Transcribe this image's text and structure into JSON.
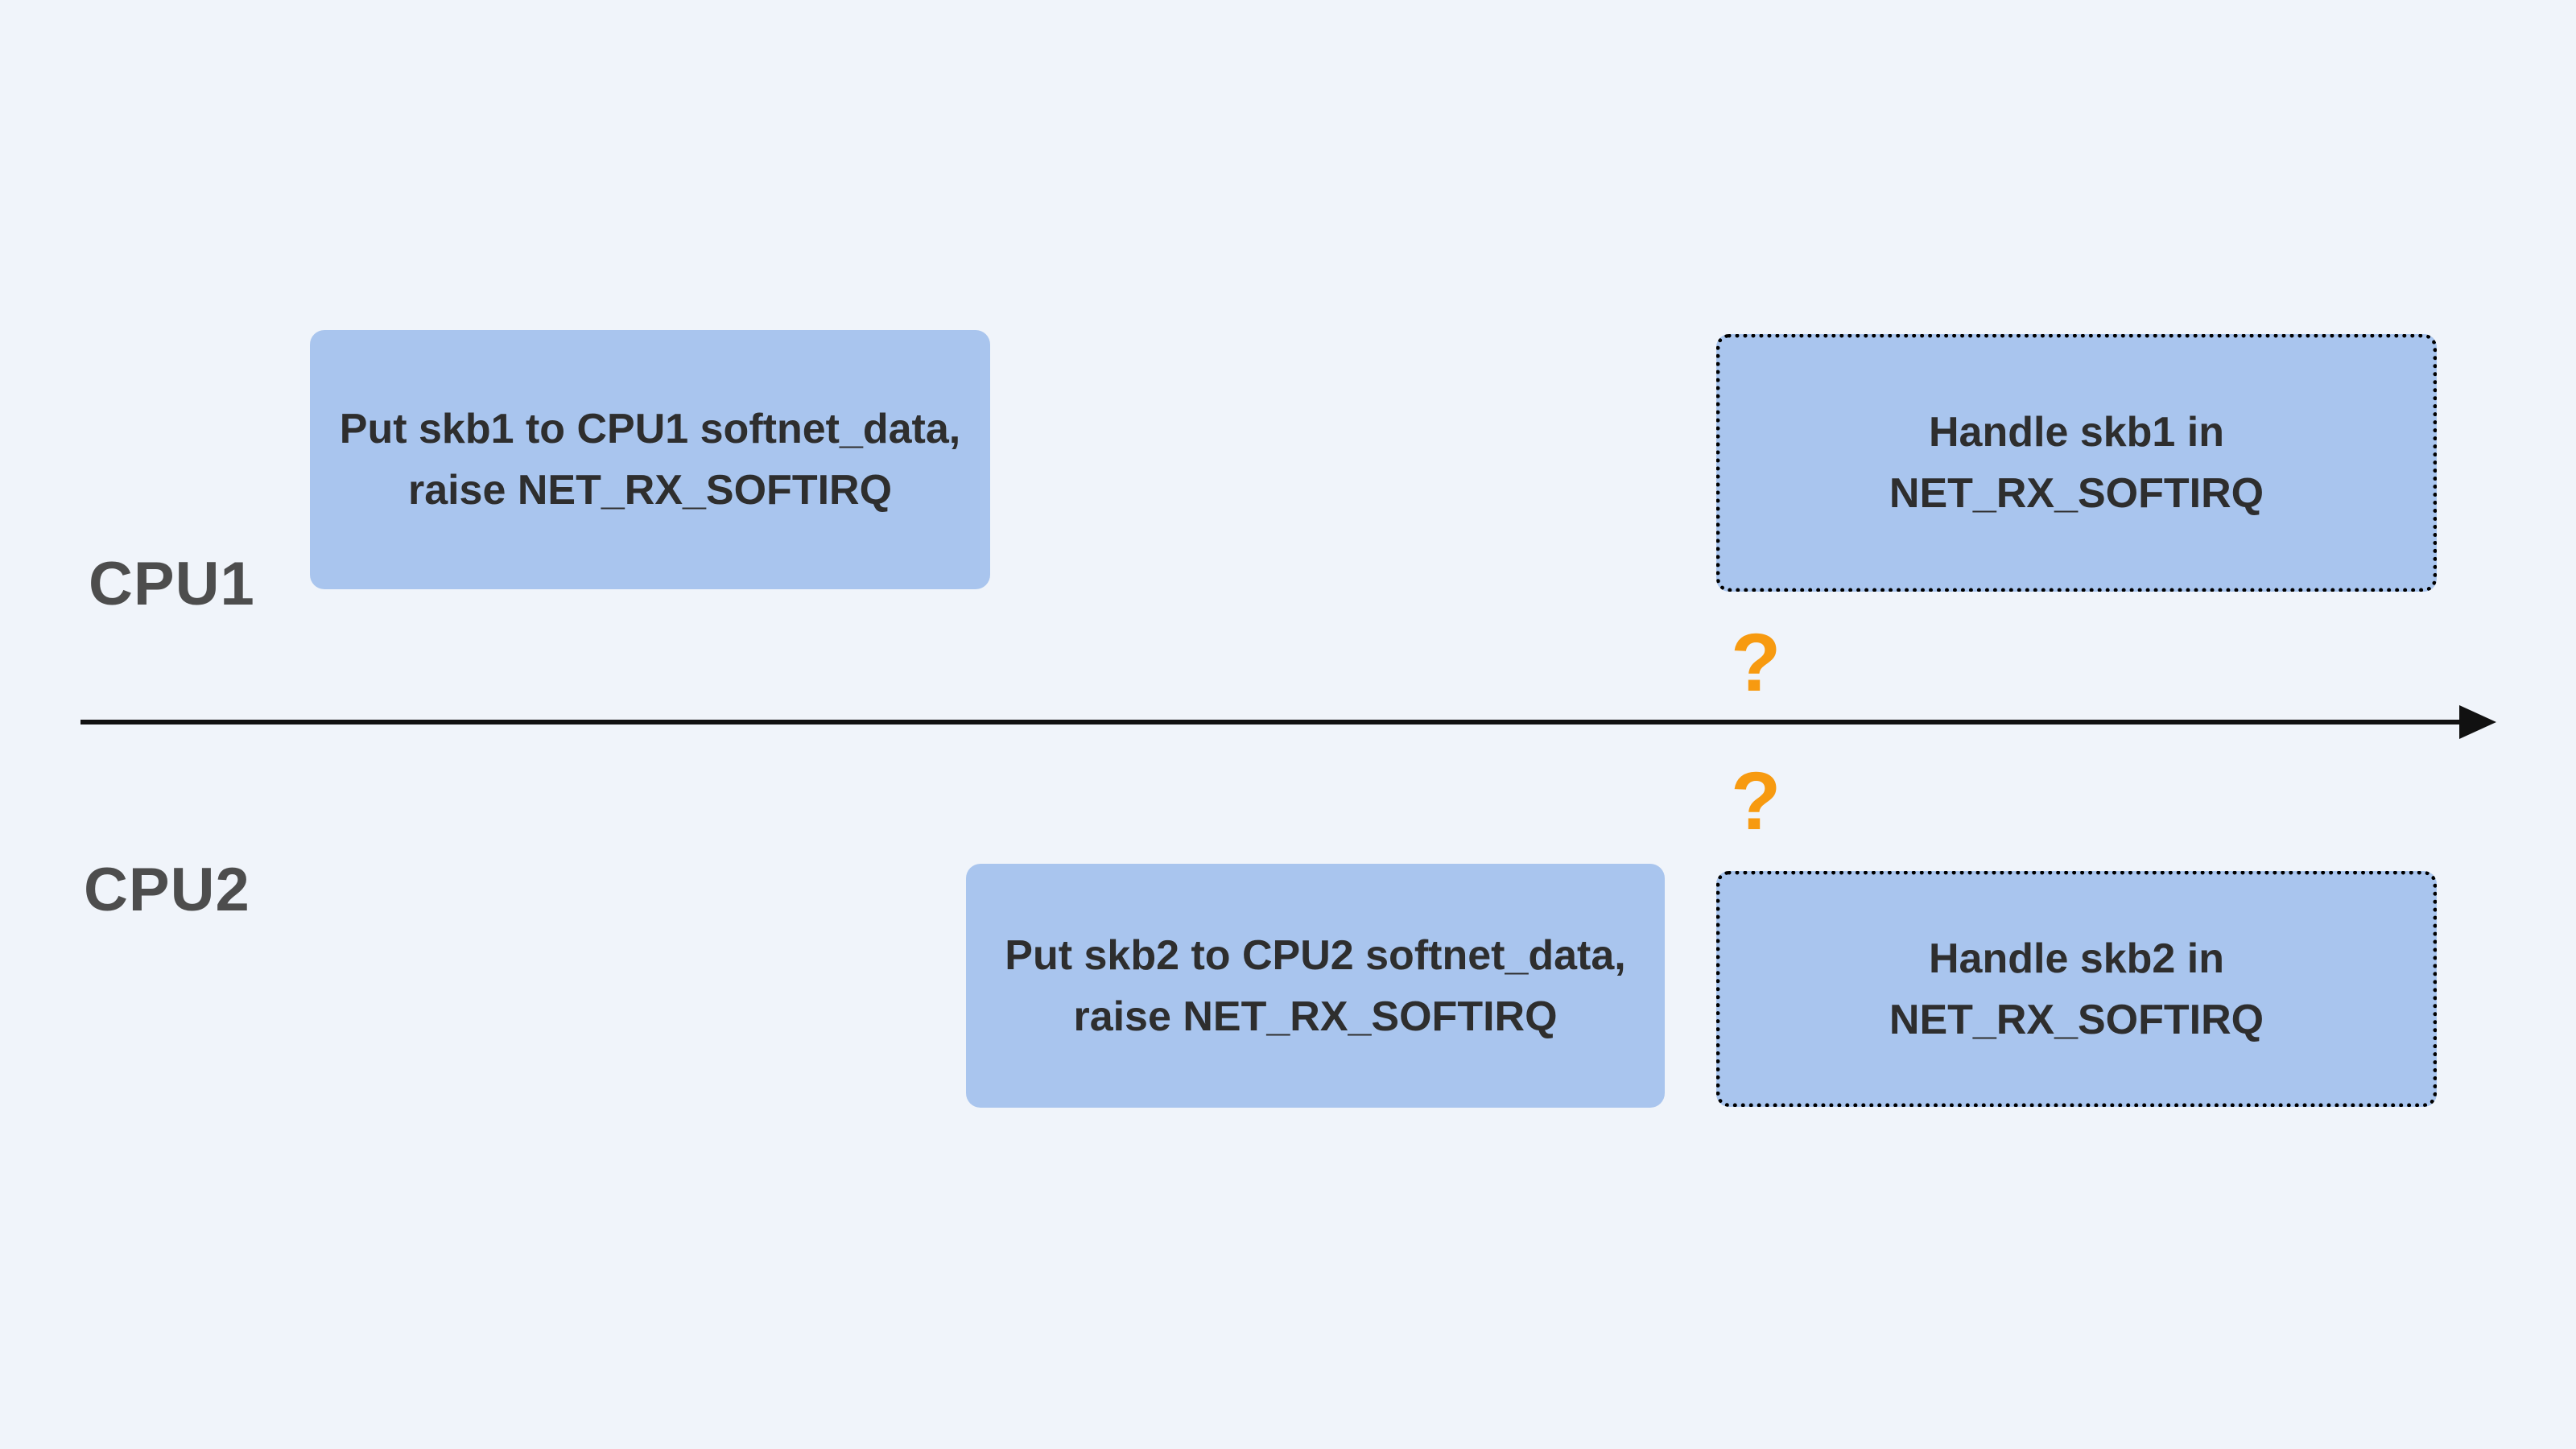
{
  "diagram": {
    "title_semantics": "Two-CPU NET_RX_SOFTIRQ timeline diagram",
    "colors": {
      "background": "#f0f4fa",
      "box_fill": "#a9c5ee",
      "box_text": "#2e2e2e",
      "cpu_label": "#4d4d4d",
      "timeline": "#111111",
      "question_mark": "#f79a10",
      "dotted_border": "#000000"
    },
    "cpu_lanes": [
      {
        "label": "CPU1"
      },
      {
        "label": "CPU2"
      }
    ],
    "boxes": [
      {
        "id": "cpu1-enqueue",
        "style": "solid",
        "lines": [
          "Put skb1 to CPU1 softnet_data,",
          "raise NET_RX_SOFTIRQ"
        ]
      },
      {
        "id": "cpu1-handle",
        "style": "dotted",
        "lines": [
          "Handle skb1 in",
          "NET_RX_SOFTIRQ"
        ]
      },
      {
        "id": "cpu2-enqueue",
        "style": "solid",
        "lines": [
          "Put skb2 to CPU2 softnet_data,",
          "raise NET_RX_SOFTIRQ"
        ]
      },
      {
        "id": "cpu2-handle",
        "style": "dotted",
        "lines": [
          "Handle skb2 in",
          "NET_RX_SOFTIRQ"
        ]
      }
    ],
    "question_marks": [
      {
        "symbol": "?",
        "position": "above-timeline"
      },
      {
        "symbol": "?",
        "position": "below-timeline"
      }
    ]
  }
}
